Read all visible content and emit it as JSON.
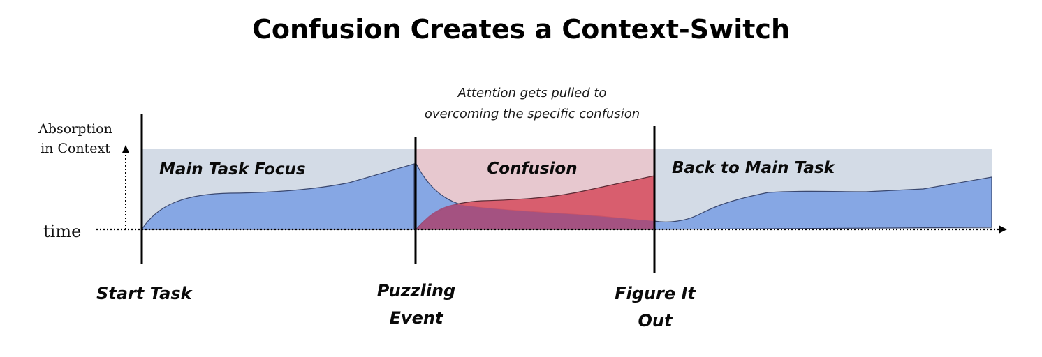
{
  "title": "Confusion Creates a Context-Switch",
  "annotation": {
    "line1": "Attention gets pulled to",
    "line2": "overcoming the specific confusion"
  },
  "axis": {
    "y_label_line1": "Absorption",
    "y_label_line2": "in Context",
    "x_label": "time"
  },
  "segments": [
    {
      "label": "Main Task Focus"
    },
    {
      "label": "Confusion"
    },
    {
      "label": "Back to Main Task"
    }
  ],
  "milestones": [
    {
      "lines": [
        "Start Task"
      ]
    },
    {
      "lines": [
        "Puzzling",
        "Event"
      ]
    },
    {
      "lines": [
        "Figure It",
        "Out"
      ]
    }
  ],
  "colors": {
    "main_band": "#d3dbe6",
    "confusion_band": "#e7c8cf",
    "main_fill": "#86a7e4",
    "confusion_fill": "#d75566",
    "overlap_fill": "#a15282",
    "line": "#000000"
  }
}
